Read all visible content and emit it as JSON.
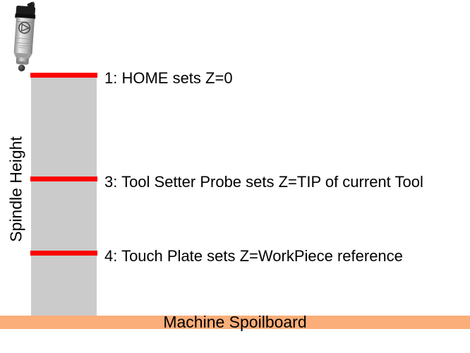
{
  "diagram": {
    "axis_label": "Spindle Height",
    "spindle_icon": "cnc-spindle-photo",
    "levels": [
      {
        "number": "1",
        "label": "1: HOME sets Z=0"
      },
      {
        "number": "3",
        "label": "3: Tool Setter Probe sets Z=TIP of current Tool"
      },
      {
        "number": "4",
        "label": "4: Touch Plate sets Z=WorkPiece reference"
      }
    ],
    "spoilboard_label": "Machine Spoilboard",
    "colors": {
      "level_line": "#fa0202",
      "spindle_column": "#cbcbcb",
      "spoilboard": "#fbae79",
      "text": "#000000",
      "background": "#ffffff"
    }
  }
}
